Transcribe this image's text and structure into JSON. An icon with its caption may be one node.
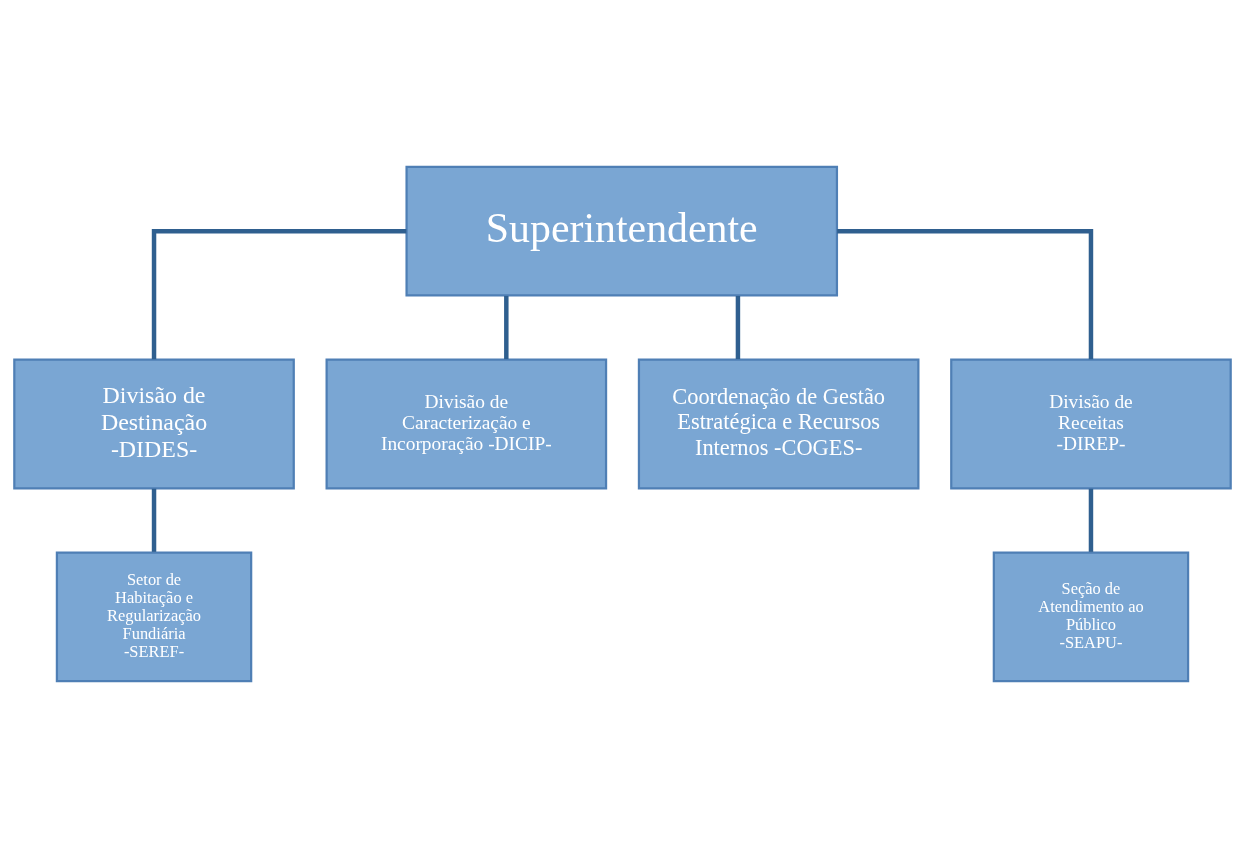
{
  "diagram": {
    "nodes": [
      {
        "text": [
          "Superintendente"
        ]
      },
      {
        "text": [
          "Divisão de Destinação -DIDES-"
        ]
      },
      {
        "text": [
          "Divisão de Caracterização e Incorporação -DICIP-"
        ]
      },
      {
        "text": [
          "Coordenação de Gestão Estratégica e Recursos Internos -COGES-"
        ]
      },
      {
        "text": [
          "Divisão de Receitas -DIREP-"
        ]
      },
      {
        "text": [
          "Setor de Habitação e Regularização Fundiária -SEREF-"
        ]
      },
      {
        "text": [
          "Seção de Atendimento ao Público -SEAPU-"
        ]
      }
    ],
    "edges": [
      {
        "from": 0,
        "to": 1,
        "arrow": "none"
      },
      {
        "from": 0,
        "to": 2,
        "arrow": "none"
      },
      {
        "from": 0,
        "to": 3,
        "arrow": "none"
      },
      {
        "from": 0,
        "to": 4,
        "arrow": "none"
      },
      {
        "from": 1,
        "to": 5,
        "arrow": "none"
      },
      {
        "from": 4,
        "to": 6,
        "arrow": "none"
      }
    ]
  }
}
